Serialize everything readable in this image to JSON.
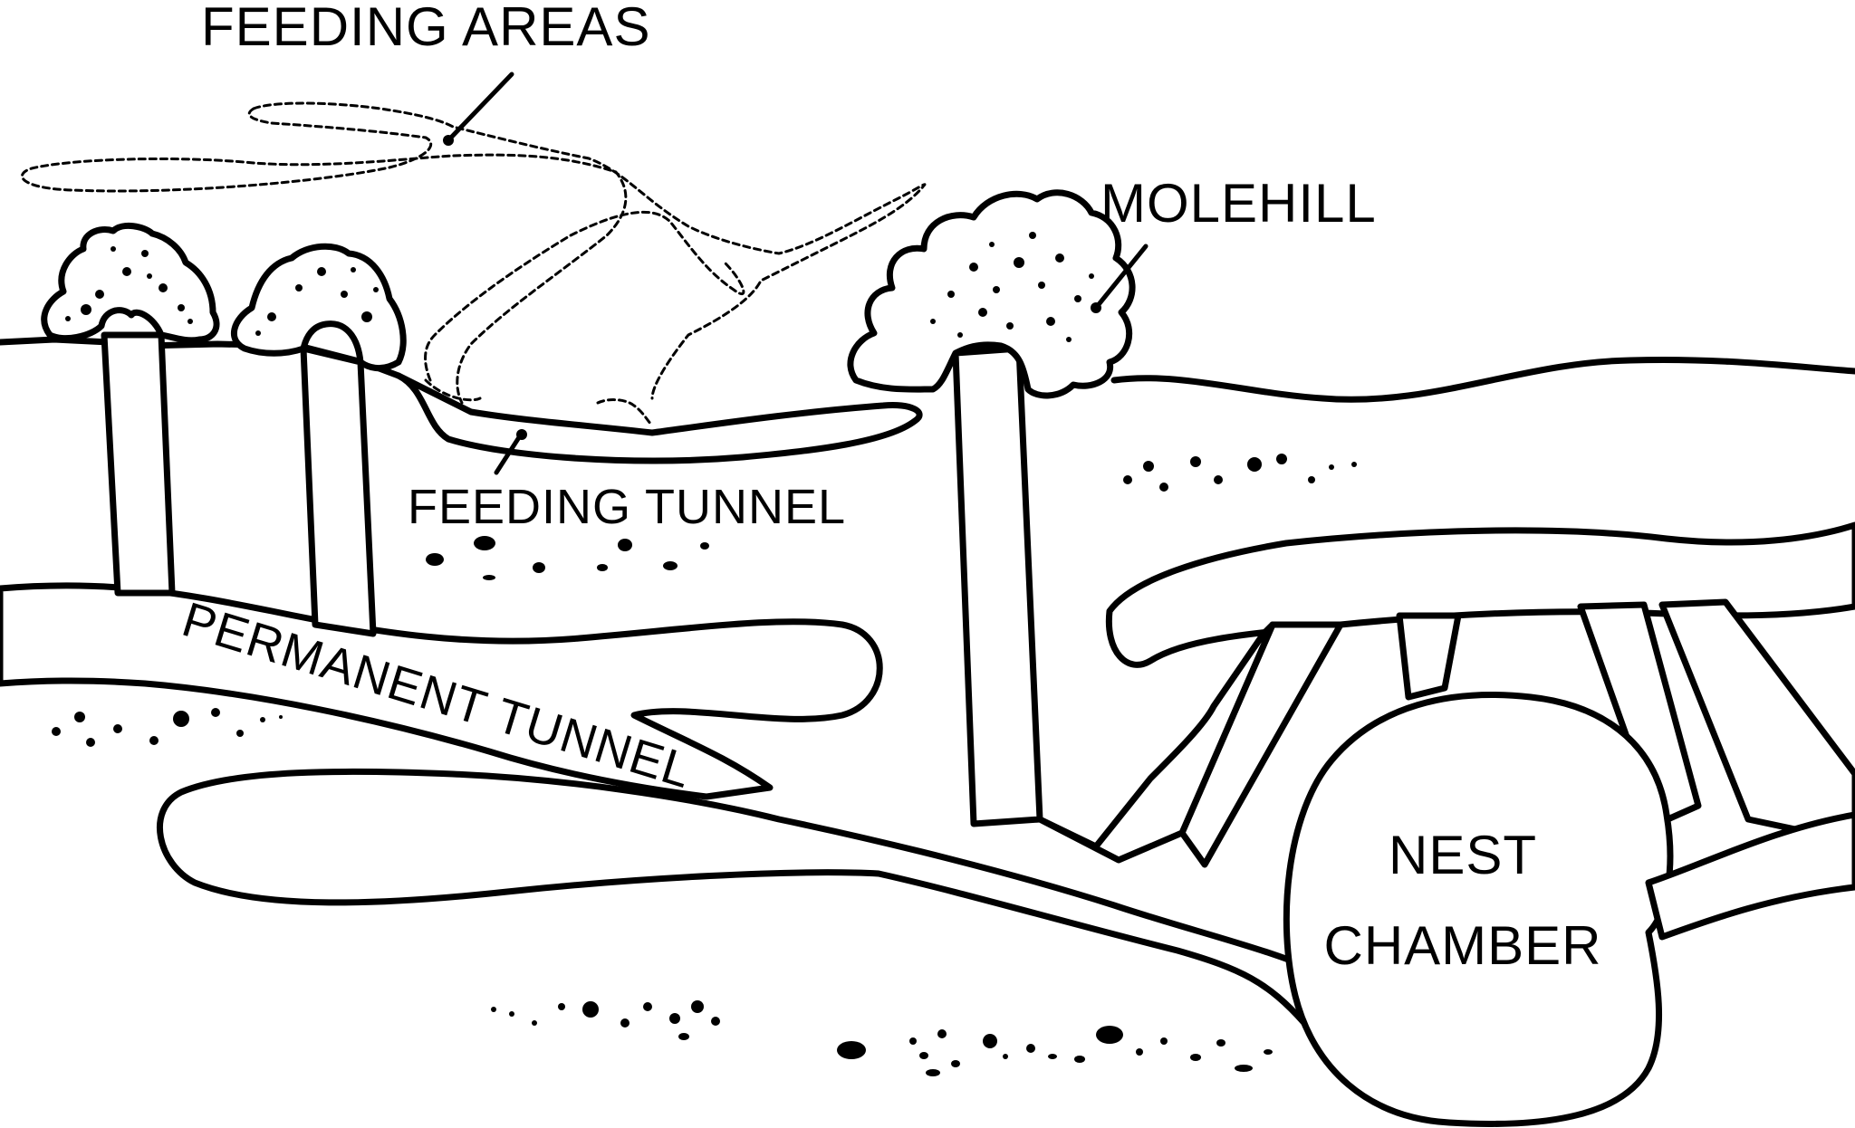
{
  "labels": {
    "feeding_areas": "FEEDING AREAS",
    "molehill": "MOLEHILL",
    "feeding_tunnel": "FEEDING TUNNEL",
    "permanent_tunnel": "PERMANENT TUNNEL",
    "nest_line1": "NEST",
    "nest_line2": "CHAMBER"
  },
  "colors": {
    "ink": "#000000",
    "background": "#ffffff"
  }
}
